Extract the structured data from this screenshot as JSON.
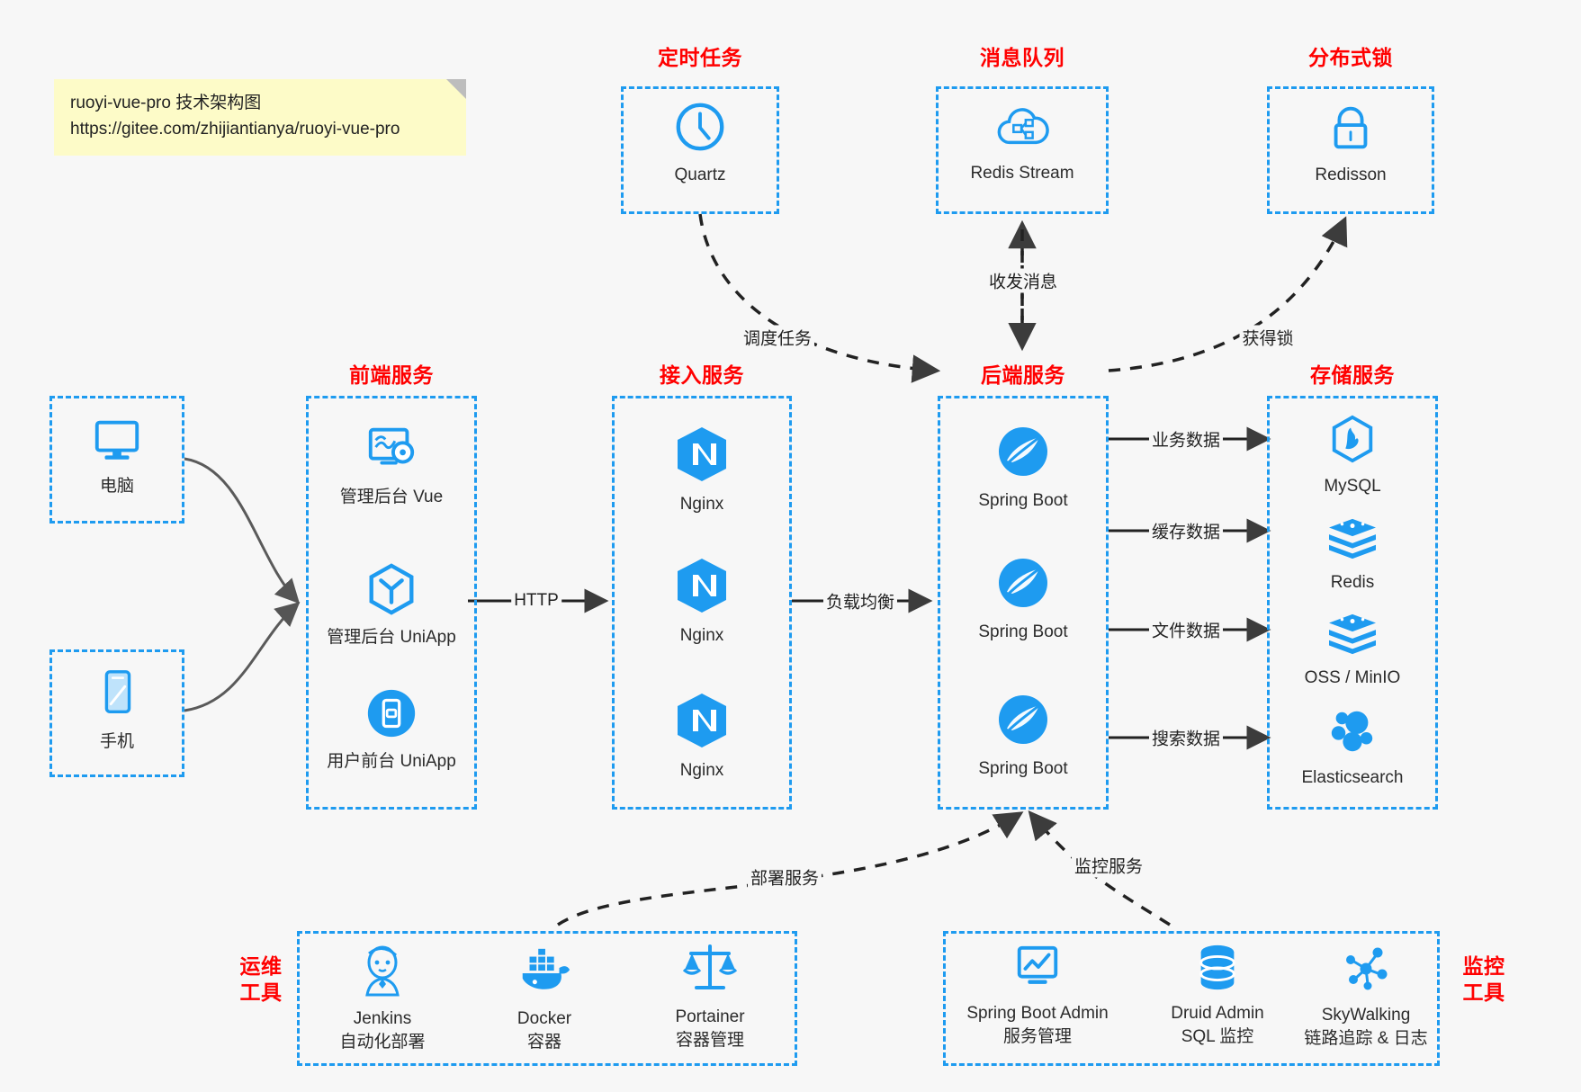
{
  "note": {
    "line1": "ruoyi-vue-pro 技术架构图",
    "line2": "https://gitee.com/zhijiantianya/ruoyi-vue-pro"
  },
  "colors": {
    "accent": "#1e9bf0",
    "title": "#ff0000",
    "background": "#f7f7f7",
    "note_bg": "#fdfbc8",
    "edge": "#3c3c3c"
  },
  "groups": {
    "scheduler": {
      "title": "定时任务",
      "items": [
        {
          "label": "Quartz",
          "icon": "clock-icon"
        }
      ]
    },
    "mq": {
      "title": "消息队列",
      "items": [
        {
          "label": "Redis Stream",
          "icon": "cloud-stream-icon"
        }
      ]
    },
    "lock": {
      "title": "分布式锁",
      "items": [
        {
          "label": "Redisson",
          "icon": "lock-icon"
        }
      ]
    },
    "clients": {
      "pc": {
        "label": "电脑",
        "icon": "desktop-icon"
      },
      "mobile": {
        "label": "手机",
        "icon": "phone-icon"
      }
    },
    "frontend": {
      "title": "前端服务",
      "items": [
        {
          "label": "管理后台 Vue",
          "icon": "dashboard-vue-icon"
        },
        {
          "label": "管理后台 UniApp",
          "icon": "cube-uniapp-icon"
        },
        {
          "label": "用户前台 UniApp",
          "icon": "mobile-app-icon"
        }
      ]
    },
    "gateway": {
      "title": "接入服务",
      "items": [
        {
          "label": "Nginx",
          "icon": "nginx-icon"
        },
        {
          "label": "Nginx",
          "icon": "nginx-icon"
        },
        {
          "label": "Nginx",
          "icon": "nginx-icon"
        }
      ]
    },
    "backend": {
      "title": "后端服务",
      "items": [
        {
          "label": "Spring Boot",
          "icon": "spring-boot-icon"
        },
        {
          "label": "Spring Boot",
          "icon": "spring-boot-icon"
        },
        {
          "label": "Spring Boot",
          "icon": "spring-boot-icon"
        }
      ]
    },
    "storage": {
      "title": "存储服务",
      "items": [
        {
          "label": "MySQL",
          "icon": "mysql-icon"
        },
        {
          "label": "Redis",
          "icon": "redis-icon"
        },
        {
          "label": "OSS / MinIO",
          "icon": "oss-minio-icon"
        },
        {
          "label": "Elasticsearch",
          "icon": "elasticsearch-icon"
        }
      ]
    },
    "devops": {
      "title": "运维\n工具",
      "title_line1": "运维",
      "title_line2": "工具",
      "items": [
        {
          "label": "Jenkins",
          "sub": "自动化部署",
          "icon": "jenkins-icon"
        },
        {
          "label": "Docker",
          "sub": "容器",
          "icon": "docker-icon"
        },
        {
          "label": "Portainer",
          "sub": "容器管理",
          "icon": "scales-icon"
        }
      ]
    },
    "monitor": {
      "title_line1": "监控",
      "title_line2": "工具",
      "items": [
        {
          "label": "Spring Boot Admin",
          "sub": "服务管理",
          "icon": "monitor-chart-icon"
        },
        {
          "label": "Druid Admin",
          "sub": "SQL 监控",
          "icon": "database-icon"
        },
        {
          "label": "SkyWalking",
          "sub": "链路追踪 & 日志",
          "icon": "skywalking-icon"
        }
      ]
    }
  },
  "edges": {
    "http": "HTTP",
    "load_balance": "负载均衡",
    "schedule_task": "调度任务",
    "send_receive_message": "收发消息",
    "acquire_lock": "获得锁",
    "business_data": "业务数据",
    "cache_data": "缓存数据",
    "file_data": "文件数据",
    "search_data": "搜索数据",
    "deploy_service": "部署服务",
    "monitor_service": "监控服务"
  }
}
